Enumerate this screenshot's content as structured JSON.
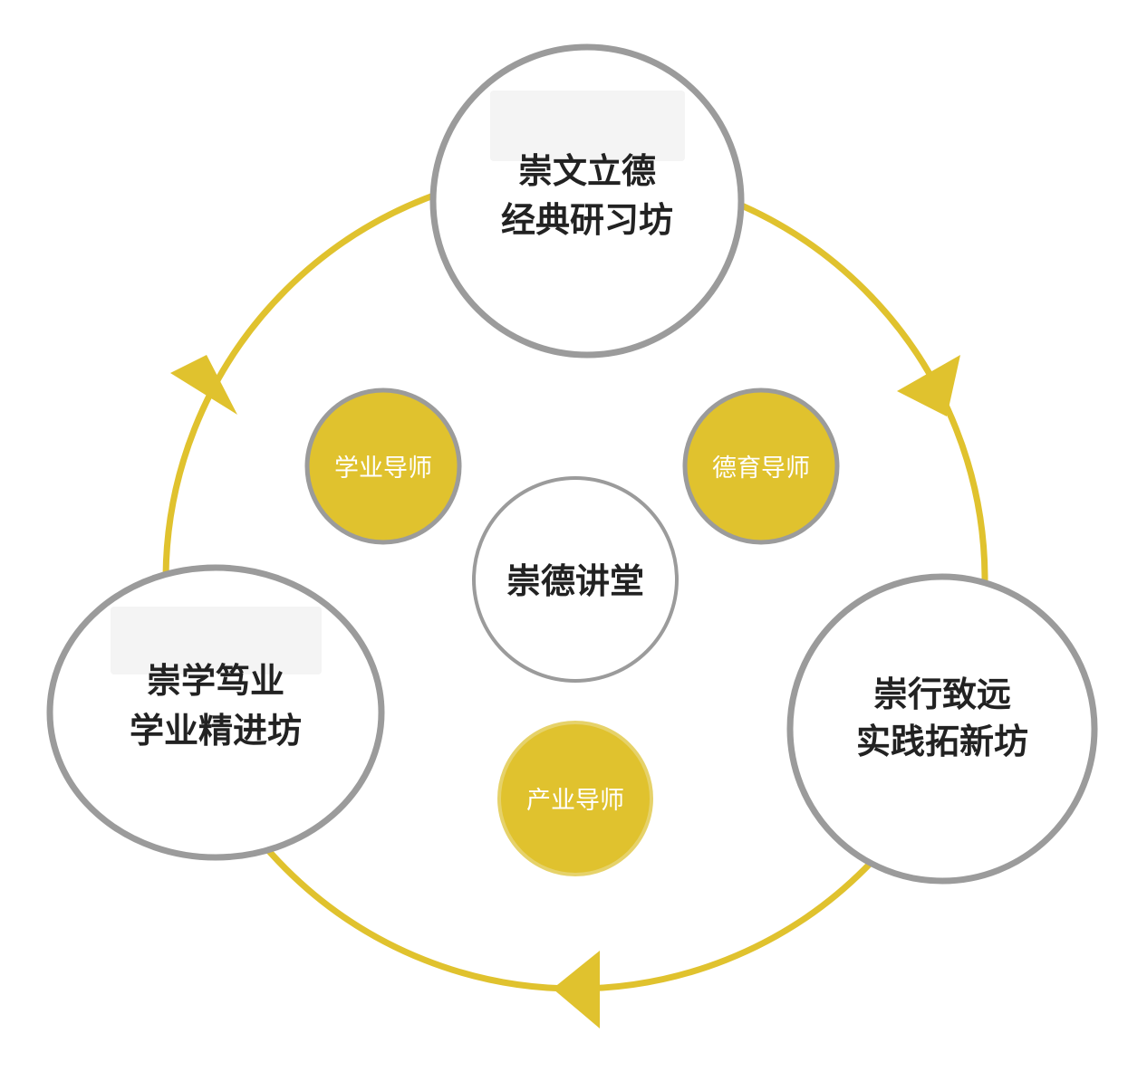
{
  "colors": {
    "accent": "#E0C22E",
    "outline": "#9B9B9B",
    "text": "#222222"
  },
  "center": {
    "label": "崇德讲堂"
  },
  "workshops": [
    {
      "line1": "崇文立德",
      "line2": "经典研习坊"
    },
    {
      "line1": "崇行致远",
      "line2": "实践拓新坊"
    },
    {
      "line1": "崇学笃业",
      "line2": "学业精进坊"
    }
  ],
  "mentors": [
    {
      "label": "学业导师"
    },
    {
      "label": "德育导师"
    },
    {
      "label": "产业导师"
    }
  ]
}
